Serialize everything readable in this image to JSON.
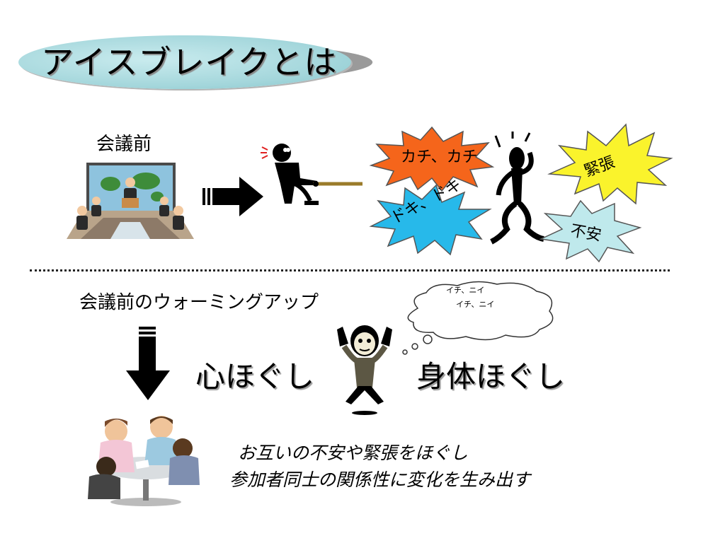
{
  "title": "アイスブレイクとは",
  "top": {
    "label": "会議前",
    "bursts": {
      "kachi": "カチ、カチ",
      "doki": "ドキ、ドキ",
      "kinchou": "緊張",
      "fuan": "不安"
    }
  },
  "bottom": {
    "label": "会議前のウォーミングアップ",
    "kokoro": "心ほぐし",
    "karada": "身体ほぐし",
    "thought_line1": "イチ、ニイ",
    "thought_line2": "イチ、ニイ",
    "description_line1": "お互いの不安や緊張をほぐし",
    "description_line2": "参加者同士の関係性に変化を生み出す"
  },
  "colors": {
    "title_bg": "#a3d6db",
    "orange_burst": "#f5651b",
    "blue_burst": "#27b9ea",
    "yellow_burst": "#faf32c",
    "teal_burst": "#bfe9ec"
  }
}
